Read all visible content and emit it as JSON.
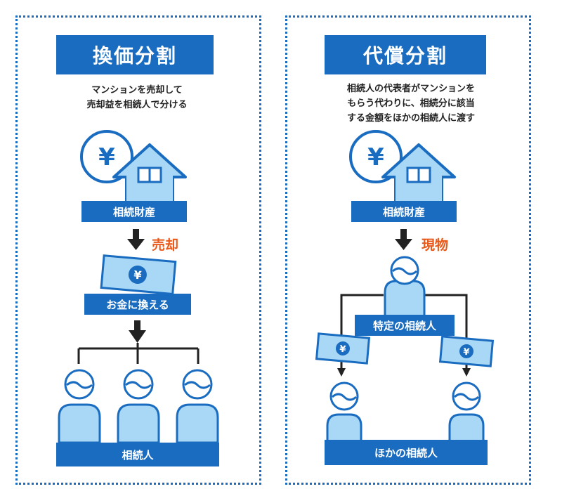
{
  "left": {
    "title": "換価分割",
    "desc_line1": "マンションを売却して",
    "desc_line2": "売却益を相続人で分ける",
    "asset_label": "相続財産",
    "action": "売却",
    "money_label": "お金に換える",
    "heirs_label": "相続人",
    "yen": "¥"
  },
  "right": {
    "title": "代償分割",
    "desc_line1": "相続人の代表者がマンションを",
    "desc_line2": "もらう代わりに、相続分に該当",
    "desc_line3": "する金額をほかの相続人に渡す",
    "asset_label": "相続財産",
    "action": "現物",
    "specific_label": "特定の相続人",
    "others_label": "ほかの相続人",
    "yen": "¥"
  },
  "colors": {
    "brand_blue": "#1a6cc0",
    "light_blue": "#a8d8f5",
    "accent_orange": "#e8591a",
    "arrow_dark": "#222222"
  }
}
